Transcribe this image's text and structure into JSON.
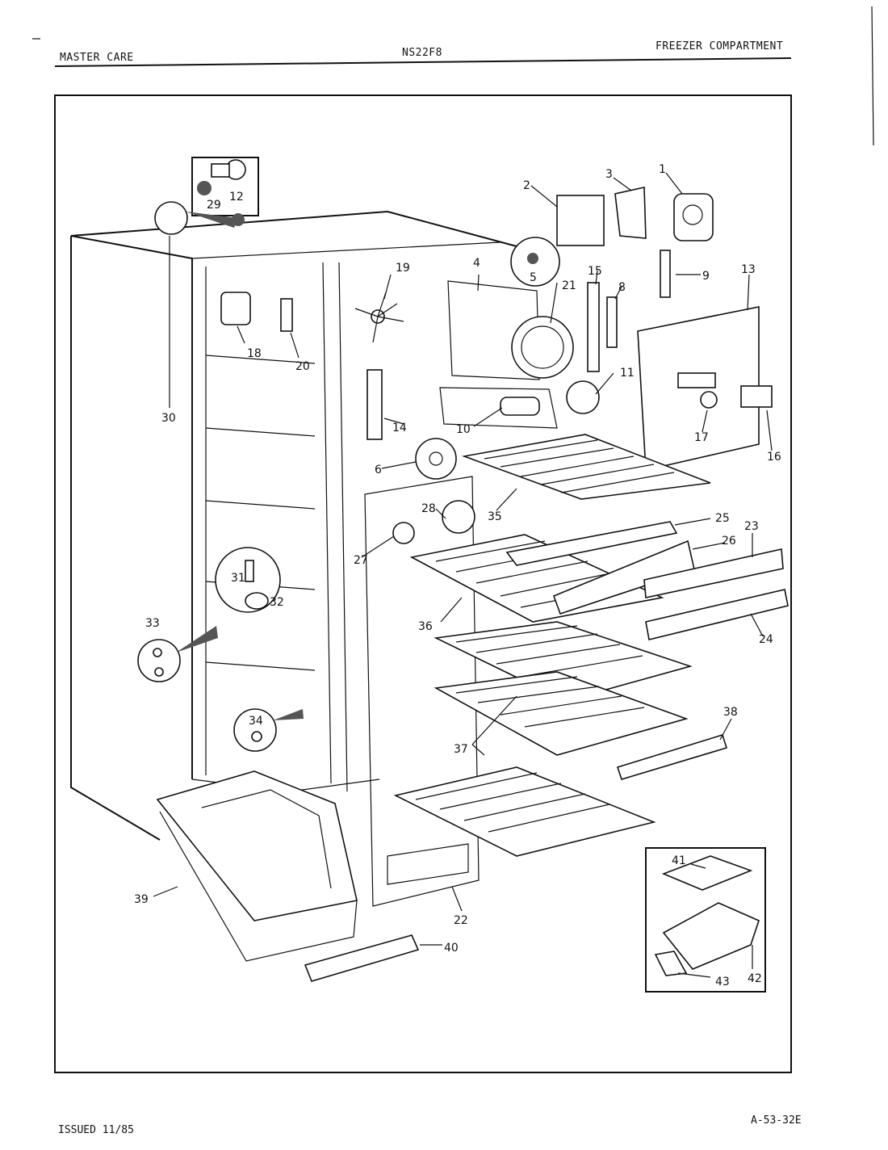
{
  "header": {
    "left": "MASTER CARE",
    "center": "NS22F8",
    "right": "FREEZER COMPARTMENT"
  },
  "footer": {
    "left": "ISSUED 11/85",
    "right": "A-53-32E"
  },
  "parts": {
    "p1": "1",
    "p2": "2",
    "p3": "3",
    "p4": "4",
    "p5": "5",
    "p6": "6",
    "p8": "8",
    "p9": "9",
    "p10": "10",
    "p11": "11",
    "p12": "12",
    "p13": "13",
    "p14": "14",
    "p15": "15",
    "p16": "16",
    "p17": "17",
    "p18": "18",
    "p19": "19",
    "p20": "20",
    "p21": "21",
    "p22": "22",
    "p23": "23",
    "p24": "24",
    "p25": "25",
    "p26": "26",
    "p27": "27",
    "p28": "28",
    "p29": "29",
    "p30": "30",
    "p31": "31",
    "p32": "32",
    "p33": "33",
    "p34": "34",
    "p35": "35",
    "p36": "36",
    "p37": "37",
    "p38": "38",
    "p39": "39",
    "p40": "40",
    "p41": "41",
    "p42": "42",
    "p43": "43"
  }
}
